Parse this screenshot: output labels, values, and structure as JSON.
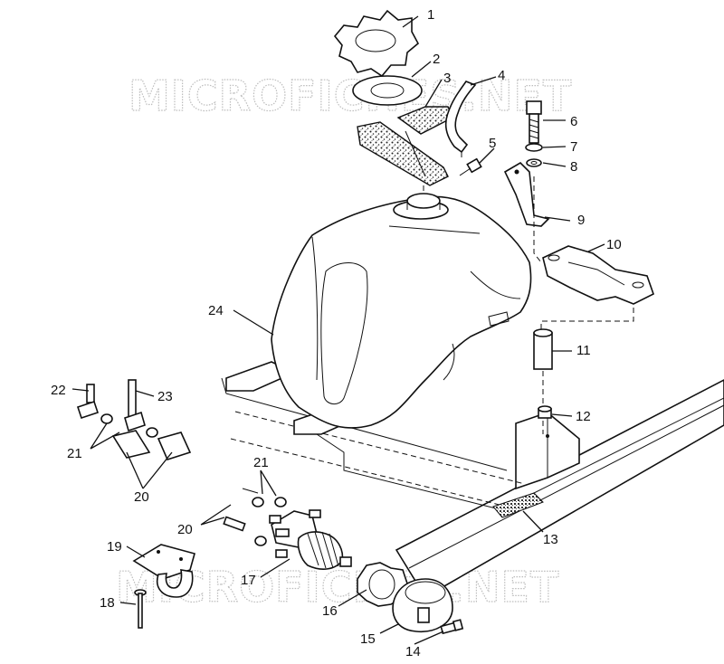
{
  "watermark": {
    "top": "MICROFICHES.NET",
    "bottom": "MICROFICHES.NET"
  },
  "callouts": [
    {
      "id": "1",
      "label": "1"
    },
    {
      "id": "2",
      "label": "2"
    },
    {
      "id": "3",
      "label": "3"
    },
    {
      "id": "4",
      "label": "4"
    },
    {
      "id": "5",
      "label": "5"
    },
    {
      "id": "6",
      "label": "6"
    },
    {
      "id": "7",
      "label": "7"
    },
    {
      "id": "8",
      "label": "8"
    },
    {
      "id": "9",
      "label": "9"
    },
    {
      "id": "10",
      "label": "10"
    },
    {
      "id": "11",
      "label": "11"
    },
    {
      "id": "12",
      "label": "12"
    },
    {
      "id": "13",
      "label": "13"
    },
    {
      "id": "14",
      "label": "14"
    },
    {
      "id": "15",
      "label": "15"
    },
    {
      "id": "16",
      "label": "16"
    },
    {
      "id": "17",
      "label": "17"
    },
    {
      "id": "18",
      "label": "18"
    },
    {
      "id": "19",
      "label": "19"
    },
    {
      "id": "20a",
      "label": "20"
    },
    {
      "id": "20b",
      "label": "20"
    },
    {
      "id": "21a",
      "label": "21"
    },
    {
      "id": "21b",
      "label": "21"
    },
    {
      "id": "22",
      "label": "22"
    },
    {
      "id": "23",
      "label": "23"
    },
    {
      "id": "24",
      "label": "24"
    }
  ]
}
